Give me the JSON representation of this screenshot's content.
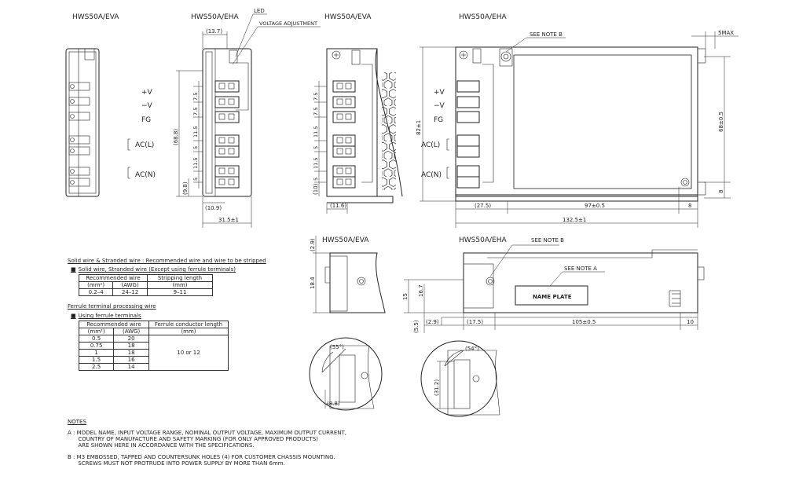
{
  "views": {
    "front_eva": "HWS50A/EVA",
    "front_eha": "HWS50A/EHA",
    "side_eva": "HWS50A/EVA",
    "side_eha": "HWS50A/EHA",
    "bottom_eva": "HWS50A/EVA",
    "bottom_eha": "HWS50A/EHA"
  },
  "callouts": {
    "led": "LED",
    "voltage_adjustment": "VOLTAGE ADJUSTMENT",
    "see_note_b_1": "SEE NOTE B",
    "see_note_b_2": "SEE NOTE B",
    "see_note_a": "SEE NOTE A",
    "name_plate": "NAME PLATE"
  },
  "terminals": {
    "plus_v": "+V",
    "minus_v": "−V",
    "fg": "FG",
    "ac_l": "AC(L)",
    "ac_n": "AC(N)"
  },
  "dimensions": {
    "d13_7": "(13.7)",
    "d68_8": "(68.8)",
    "d9_8": "(9.8)",
    "d10_9": "(10.9)",
    "d31_5": "31.5±1",
    "d11_6": "(11.6)",
    "d10": "(10)",
    "d82": "82±1",
    "d27_5": "(27.5)",
    "d97": "97±0.5",
    "d8": "8",
    "d132_5": "132.5±1",
    "d5max": "5MAX",
    "d68_05": "68±0.5",
    "d8v": "8",
    "d2_9": "(2.9)",
    "d18_4": "18.4",
    "d15": "15",
    "d16_7": "16.7",
    "d5_5": "(5.5)",
    "d2_9b": "(2.9)",
    "d17_5": "(17.5)",
    "d105": "105±0.5",
    "d10b": "10",
    "d55": "(55°)",
    "d54": "(54°)",
    "d8_8": "(8.8)",
    "d31_2": "(31.2)",
    "p7_5a": "7.5",
    "p7_5b": "7.5",
    "p11_5a": "11.5",
    "p5a": "5",
    "p11_5b": "11.5",
    "p5b": "5",
    "p7_5c": "7.5",
    "p7_5d": "7.5",
    "p11_5c": "11.5",
    "p5c": "5",
    "p11_5d": "11.5",
    "p5d": "5"
  },
  "wire_table": {
    "title": "Solid wire & Stranded wire : Recommended wire and wire to be stripped",
    "subtitle": "Solid wire, Stranded wire (Except using ferrule terminals)",
    "h1": "Recommended wire",
    "h2": "Stripping length",
    "u1": "(mm²)",
    "u2": "(AWG)",
    "u3": "(mm)",
    "r1": "0.2–4",
    "r2": "24–12",
    "r3": "9–11"
  },
  "ferrule_table": {
    "title": "Ferrule terminal processing wire",
    "subtitle": "Using ferrule terminals",
    "h1": "Recommended wire",
    "h2": "Ferrule conductor length",
    "u1": "(mm²)",
    "u2": "(AWG)",
    "u3": "(mm)",
    "rows": [
      {
        "mm2": "0.5",
        "awg": "20"
      },
      {
        "mm2": "0.75",
        "awg": "18"
      },
      {
        "mm2": "1",
        "awg": "18"
      },
      {
        "mm2": "1.5",
        "awg": "16"
      },
      {
        "mm2": "2.5",
        "awg": "14"
      }
    ],
    "length": "10 or 12"
  },
  "notes": {
    "heading": "NOTES",
    "a": "A : MODEL NAME, INPUT VOLTAGE RANGE, NOMINAL OUTPUT VOLTAGE, MAXIMUM OUTPUT CURRENT,\n      COUNTRY OF MANUFACTURE AND SAFETY MARKING (FOR ONLY APPROVED PRODUCTS)\n      ARE SHOWN HERE IN ACCORDANCE WITH THE SPECIFICATIONS.",
    "b": "B : M3 EMBOSSED, TAPPED AND COUNTERSUNK HOLES (4) FOR CUSTOMER CHASSIS MOUNTING.\n      SCREWS MUST NOT PROTRUDE INTO POWER SUPPLY BY MORE THAN 6mm."
  }
}
